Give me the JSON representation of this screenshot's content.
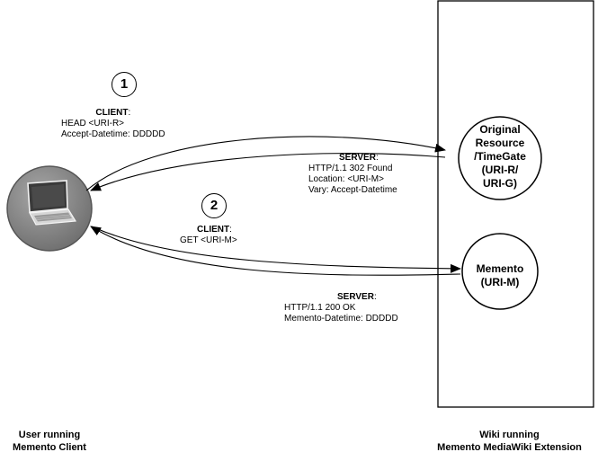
{
  "step1": {
    "number": "1",
    "client_label": "CLIENT",
    "colon": ":",
    "request_line": "HEAD <URI-R>",
    "header_line": "Accept-Datetime: DDDDD"
  },
  "response1": {
    "server_label": "SERVER",
    "colon": ":",
    "status_line": "HTTP/1.1 302 Found",
    "location_line": "Location: <URI-M>",
    "vary_line": "Vary: Accept-Datetime"
  },
  "step2": {
    "number": "2",
    "client_label": "CLIENT",
    "colon": ":",
    "request_line": "GET <URI-M>"
  },
  "response2": {
    "server_label": "SERVER",
    "colon": ":",
    "status_line": "HTTP/1.1 200 OK",
    "header_line": "Memento-Datetime:  DDDDD"
  },
  "nodes": {
    "original_resource": [
      "Original",
      "Resource",
      "/TimeGate",
      "(URI-R/",
      "URI-G)"
    ],
    "memento": [
      "Memento",
      "(URI-M)"
    ]
  },
  "footer": {
    "client_line1": "User running",
    "client_line2": "Memento Client",
    "server_line1": "Wiki running",
    "server_line2": "Memento MediaWiki Extension"
  },
  "icons": {
    "client": "laptop-icon"
  },
  "colors": {
    "laptop_circle": "#8a8a8a",
    "line": "#000000"
  }
}
